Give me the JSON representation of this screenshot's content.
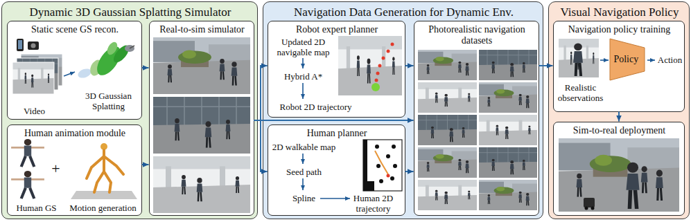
{
  "diagram": {
    "nodes": [
      {
        "text": [
          "Dynamic 3D Gaussian Splatting Simulator"
        ]
      },
      {
        "text": [
          "Static scene GS recon.",
          "Video",
          "3D Gaussian Splatting"
        ],
        "in": 0
      },
      {
        "text": [
          "Real-to-sim simulator"
        ],
        "in": 0
      },
      {
        "text": [
          "Human animation module",
          "+",
          "Human GS",
          "Motion generation"
        ],
        "in": 0
      },
      {
        "text": [
          "Navigation Data Generation for Dynamic Env."
        ]
      },
      {
        "text": [
          "Robot expert planner",
          "Updated 2D navigable map",
          "Hybrid A*",
          "Robot 2D trajectory"
        ],
        "in": 4
      },
      {
        "text": [
          "Photorealistic navigation datasets"
        ],
        "in": 4
      },
      {
        "text": [
          "Human planner",
          "2D walkable map",
          "Seed path",
          "Spline",
          "Human 2D trajectory"
        ],
        "in": 4
      },
      {
        "text": [
          "Visual Navigation Policy"
        ]
      },
      {
        "text": [
          "Navigation policy training",
          "Realistic observations",
          "Action"
        ],
        "in": 8
      },
      {
        "text": [
          "Policy"
        ],
        "in": 9
      },
      {
        "text": [
          "Sim-to-real deployment"
        ],
        "in": 8
      }
    ],
    "edges": [
      {
        "from": 1,
        "to": 2,
        "arrow": "to"
      },
      {
        "from": 3,
        "to": 2,
        "arrow": "to"
      },
      {
        "from": 2,
        "to": 5,
        "arrow": "to"
      },
      {
        "from": 2,
        "to": 7,
        "arrow": "to"
      },
      {
        "from": 2,
        "to": 6,
        "arrow": "to"
      },
      {
        "from": 5,
        "to": 6,
        "arrow": "to"
      },
      {
        "from": 7,
        "to": 6,
        "arrow": "to"
      },
      {
        "from": 6,
        "to": 9,
        "arrow": "to"
      },
      {
        "from": 9,
        "to": 11,
        "arrow": "to"
      }
    ]
  }
}
